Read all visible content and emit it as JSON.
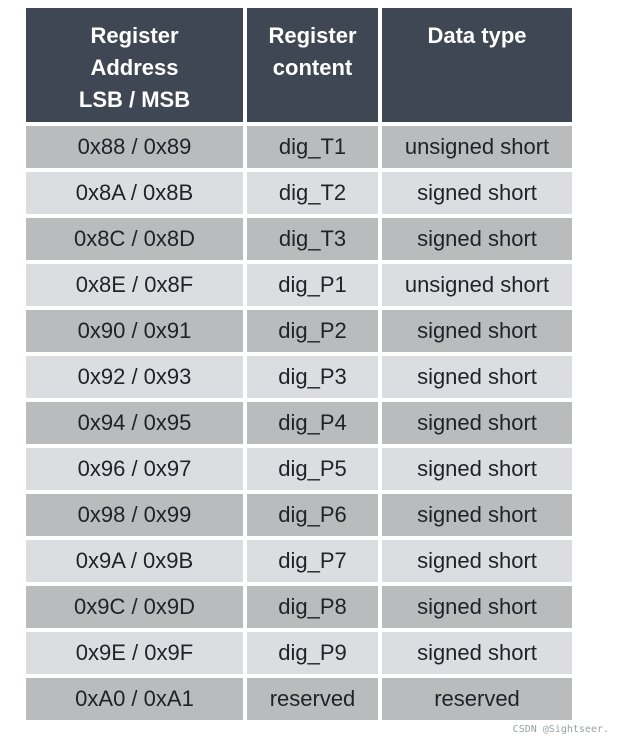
{
  "table": {
    "headers": [
      "Register\nAddress\nLSB / MSB",
      "Register\ncontent",
      "Data type"
    ],
    "rows": [
      [
        "0x88 / 0x89",
        "dig_T1",
        "unsigned short"
      ],
      [
        "0x8A / 0x8B",
        "dig_T2",
        "signed short"
      ],
      [
        "0x8C / 0x8D",
        "dig_T3",
        "signed short"
      ],
      [
        "0x8E / 0x8F",
        "dig_P1",
        "unsigned short"
      ],
      [
        "0x90 / 0x91",
        "dig_P2",
        "signed short"
      ],
      [
        "0x92 / 0x93",
        "dig_P3",
        "signed short"
      ],
      [
        "0x94 / 0x95",
        "dig_P4",
        "signed short"
      ],
      [
        "0x96 / 0x97",
        "dig_P5",
        "signed short"
      ],
      [
        "0x98 / 0x99",
        "dig_P6",
        "signed short"
      ],
      [
        "0x9A / 0x9B",
        "dig_P7",
        "signed short"
      ],
      [
        "0x9C / 0x9D",
        "dig_P8",
        "signed short"
      ],
      [
        "0x9E / 0x9F",
        "dig_P9",
        "signed short"
      ],
      [
        "0xA0 / 0xA1",
        "reserved",
        "reserved"
      ]
    ]
  },
  "watermark": "CSDN @Sightseer.",
  "colors": {
    "header_bg": "#3e4753",
    "row_dark": "#b9bbbd",
    "row_light": "#dcdde0"
  }
}
